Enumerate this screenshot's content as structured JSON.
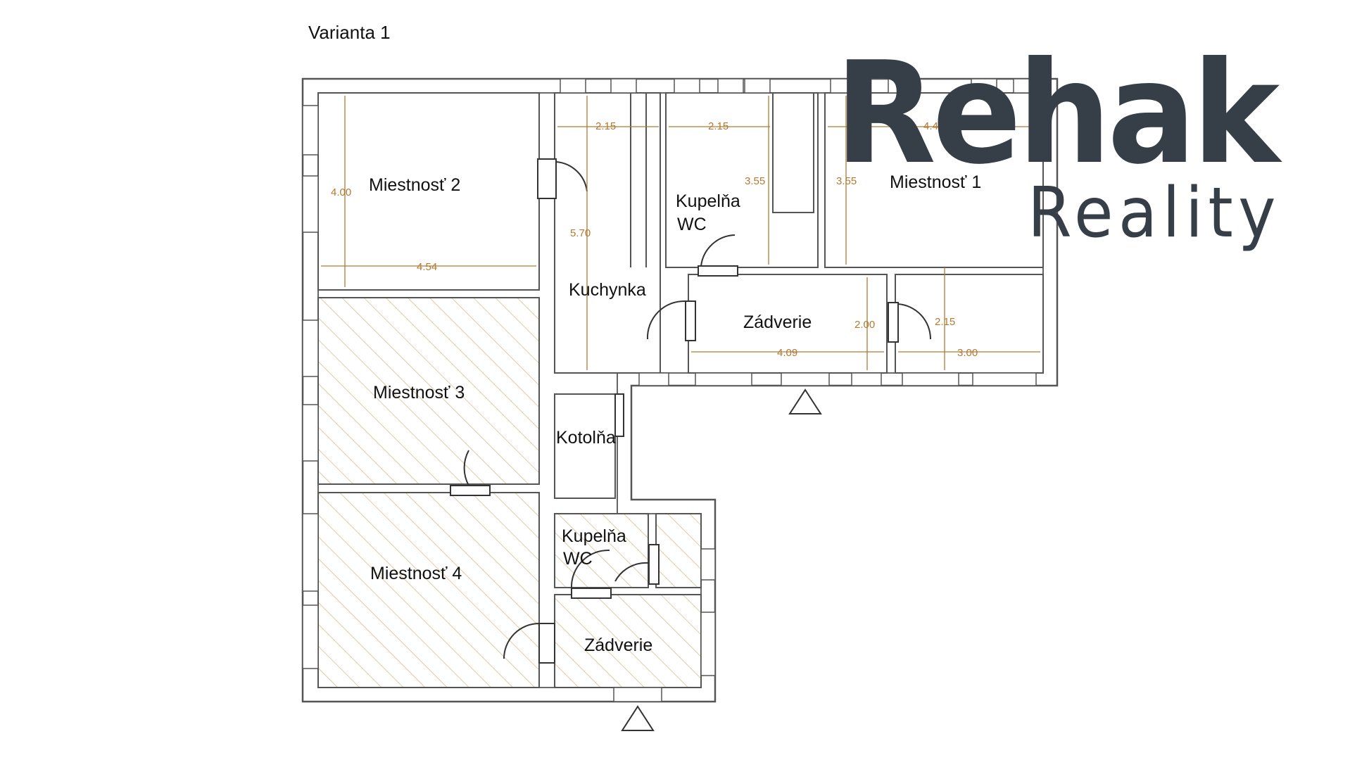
{
  "title": "Varianta 1",
  "rooms": {
    "miestnost2": "Miestnosť 2",
    "miestnost1": "Miestnosť 1",
    "miestnost3": "Miestnosť 3",
    "miestnost4": "Miestnosť 4",
    "kuchynka": "Kuchynka",
    "kupelna1_line1": "Kupelňa",
    "kupelna1_line2": "WC",
    "kupelna2_line1": "Kupelňa",
    "kupelna2_line2": "WC",
    "zadverie1": "Zádverie",
    "zadverie2": "Zádverie",
    "kotolna": "Kotolňa"
  },
  "dimensions": {
    "m2_height": "4.00",
    "m2_width": "4.54",
    "kitchen_width": "2.15",
    "kitchen_height": "5.70",
    "bath_width": "2.15",
    "bath_height": "3.55",
    "m1_height": "3.55",
    "m1_width": "4.44",
    "hall_height": "2.00",
    "hall_width": "4.09",
    "right_height": "2.15",
    "right_width": "3.00"
  },
  "logo": {
    "main": "Rehak",
    "sub": "Reality",
    "color": "#363f47"
  },
  "colors": {
    "wall": "#555555",
    "dimension": "#b07a33",
    "hatch": "#d6b98a"
  }
}
